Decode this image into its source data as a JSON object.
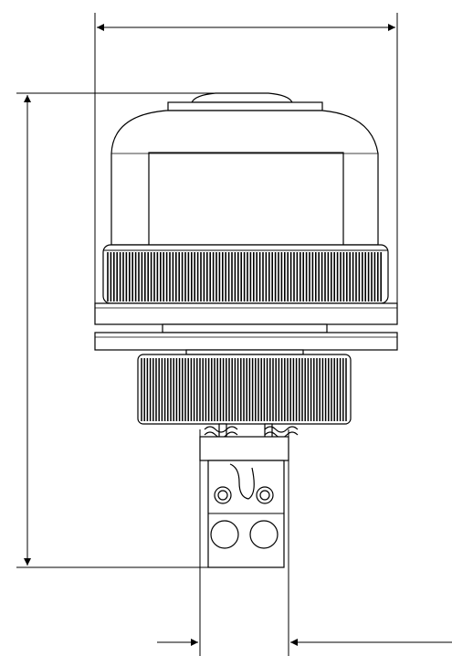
{
  "drawing": {
    "subject": "",
    "line_color": "#000000",
    "background_color": "#ffffff",
    "knurl_shading": "#3a3a3a"
  },
  "dimensions": [
    {
      "id": "overall-width",
      "orientation": "horizontal",
      "label": ""
    },
    {
      "id": "overall-height",
      "orientation": "vertical",
      "label": ""
    },
    {
      "id": "terminal-width",
      "orientation": "horizontal",
      "label": ""
    }
  ]
}
